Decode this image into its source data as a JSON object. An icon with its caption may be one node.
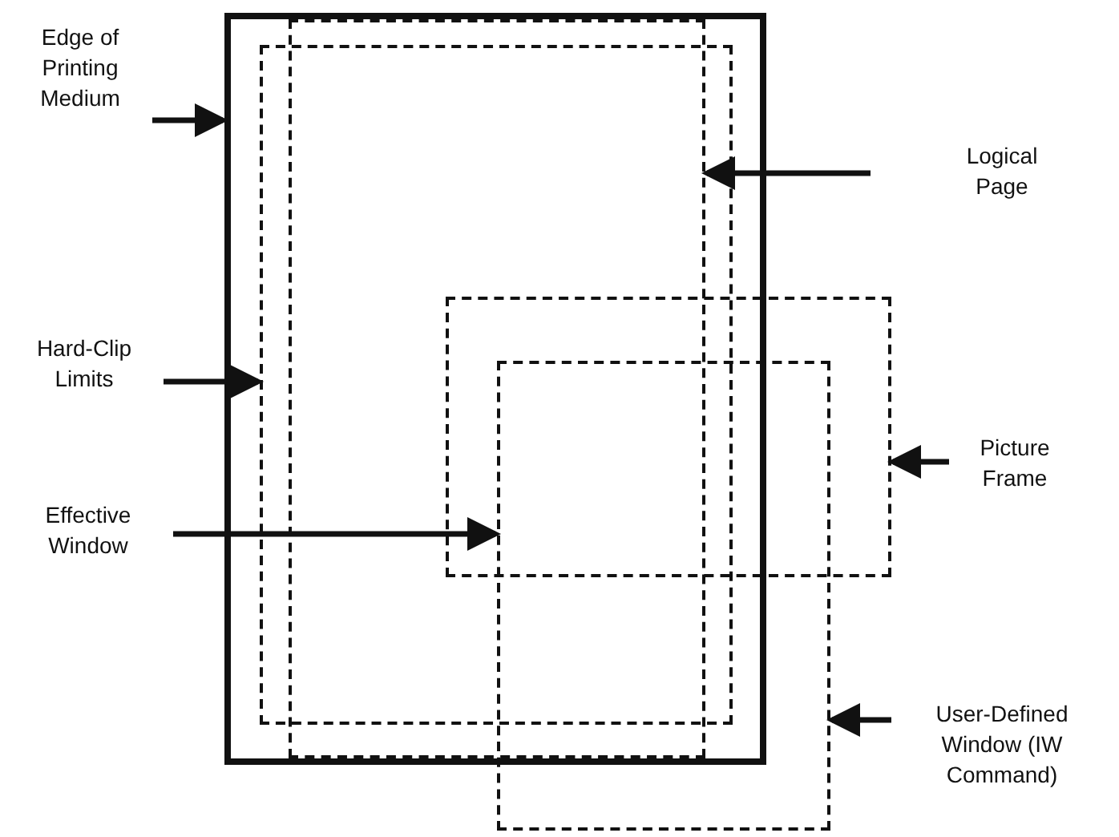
{
  "diagram": {
    "nodes": [
      {
        "text": [],
        "shape": "box"
      },
      {
        "text": [],
        "shape": "box",
        "in": 0
      },
      {
        "text": [],
        "shape": "box",
        "in": 0
      },
      {
        "text": [],
        "shape": "box"
      },
      {
        "text": [],
        "shape": "box"
      },
      {
        "text": [
          "Edge of Printing Medium"
        ]
      },
      {
        "text": [
          "Logical Page"
        ]
      },
      {
        "text": [
          "Hard-Clip Limits"
        ]
      },
      {
        "text": [
          "Picture Frame"
        ]
      },
      {
        "text": [
          "Effective Window"
        ]
      },
      {
        "text": [
          "User-Defined Window (IW Command)"
        ]
      }
    ],
    "edges": [
      {
        "from": 5,
        "to": 0,
        "arrow": "to"
      },
      {
        "from": 6,
        "to": 2,
        "arrow": "to"
      },
      {
        "from": 7,
        "to": 1,
        "arrow": "to"
      },
      {
        "from": 8,
        "to": 3,
        "arrow": "to"
      },
      {
        "from": 9,
        "to": 4,
        "arrow": "to"
      },
      {
        "from": 10,
        "to": 4,
        "arrow": "to"
      }
    ]
  }
}
